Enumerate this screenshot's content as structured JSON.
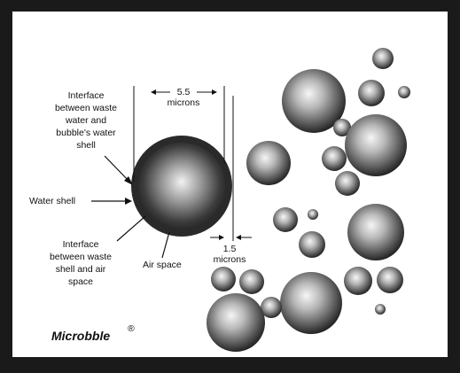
{
  "diagram": {
    "labels": {
      "width_top": "5.5",
      "width_bottom": "microns",
      "interface_waste_water_lines": [
        "Interface",
        "between waste",
        "water and",
        "bubble's water",
        "shell"
      ],
      "water_shell": "Water shell",
      "interface_waste_air_lines": [
        "Interface",
        "between waste",
        "shell and air",
        "space"
      ],
      "air_space": "Air space",
      "shell_thickness_top": "1.5",
      "shell_thickness_bottom": "microns"
    },
    "logo": {
      "text": "Microbble",
      "mark": "®"
    },
    "colors": {
      "border": "#1a1a1a",
      "background": "#ffffff",
      "bubble_highlight": "#f4f4f4",
      "bubble_dark": "#151515",
      "water_shell": "#2a2a2a"
    }
  }
}
